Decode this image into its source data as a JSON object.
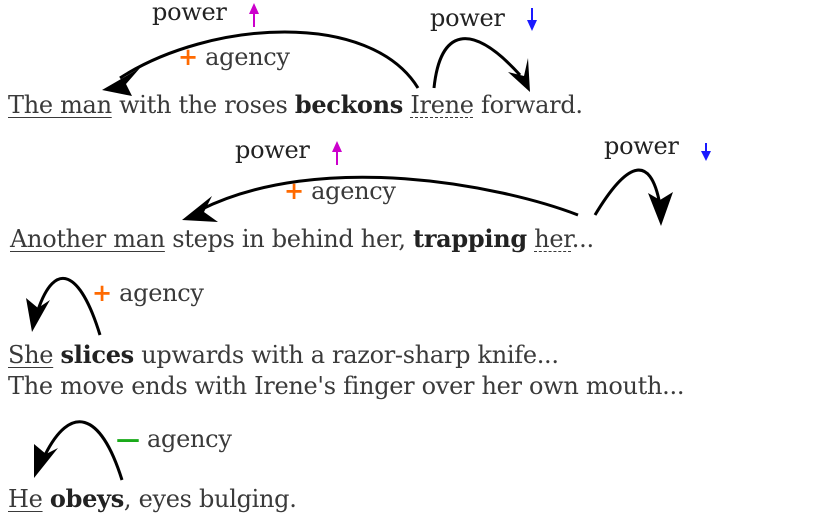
{
  "colors": {
    "power_up": "#cc00cc",
    "power_down": "#1a1aff",
    "agency_plus": "#ff6a00",
    "agency_minus": "#1aaa1a",
    "arc": "#000000",
    "text": "#3a3a3a"
  },
  "labels": {
    "power": "power",
    "agency": "agency",
    "plus": "+",
    "minus": "—"
  },
  "sentences": [
    {
      "agent": "The man",
      "middle": " with the roses ",
      "verb": "beckons",
      "space": " ",
      "patient": "Irene",
      "rest": " forward.",
      "annotations": [
        "power-up",
        "agency-plus",
        "power-down"
      ]
    },
    {
      "agent": "Another man",
      "middle": " steps in behind her, ",
      "verb": "trapping",
      "space": " ",
      "patient": "her",
      "rest": "...",
      "annotations": [
        "power-up",
        "agency-plus",
        "power-down"
      ]
    },
    {
      "agent": "She",
      "space": " ",
      "verb": "slices",
      "rest": " upwards with a razor-sharp knife...",
      "annotations": [
        "agency-plus"
      ]
    },
    {
      "text": "The move ends with Irene's finger over her own mouth..."
    },
    {
      "agent": "He",
      "space": " ",
      "verb": "obeys",
      "rest": ", eyes bulging.",
      "annotations": [
        "agency-minus"
      ]
    }
  ]
}
